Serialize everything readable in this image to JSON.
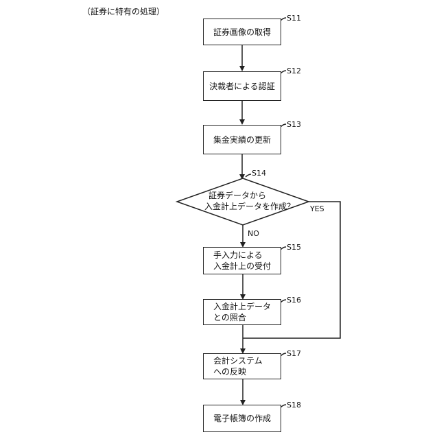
{
  "caption": "（証券に特有の処理）",
  "steps": [
    {
      "id": "S11",
      "lines": [
        "証券画像の取得"
      ]
    },
    {
      "id": "S12",
      "lines": [
        "決裁者による認証"
      ]
    },
    {
      "id": "S13",
      "lines": [
        "集金実績の更新"
      ]
    },
    {
      "id": "S14",
      "lines": [
        "証券データから",
        "入金計上データを作成？"
      ]
    },
    {
      "id": "S15",
      "lines": [
        "手入力による",
        "入金計上の受付"
      ]
    },
    {
      "id": "S16",
      "lines": [
        "入金計上データ",
        "との照合"
      ]
    },
    {
      "id": "S17",
      "lines": [
        "会計システム",
        "への反映"
      ]
    },
    {
      "id": "S18",
      "lines": [
        "電子帳簿の作成"
      ]
    }
  ],
  "branch": {
    "yes": "YES",
    "no": "NO"
  }
}
